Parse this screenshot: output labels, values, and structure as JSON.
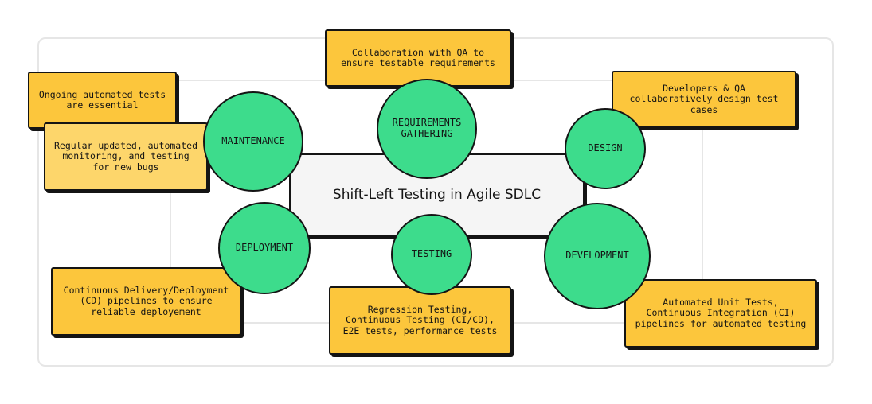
{
  "title": "Shift-Left Testing in Agile SDLC",
  "phases": {
    "requirements": "REQUIREMENTS GATHERING",
    "design": "DESIGN",
    "development": "DEVELOPMENT",
    "testing": "TESTING",
    "deployment": "DEPLOYMENT",
    "maintenance": "MAINTENANCE"
  },
  "notes": {
    "requirements": "Collaboration with QA to ensure testable requirements",
    "design": "Developers & QA collaboratively design test cases",
    "development": "Automated Unit Tests, Continuous Integration (CI) pipelines for automated testing",
    "testing": "Regression Testing, Continuous Testing (CI/CD), E2E tests, performance tests",
    "deployment": "Continuous Delivery/Deployment (CD) pipelines to ensure reliable deployement",
    "maintenance_1": "Ongoing automated tests are essential",
    "maintenance_2": "Regular updated, automated monitoring, and testing for new bugs"
  },
  "colors": {
    "note": "#fcc63c",
    "note_light": "#fdd66b",
    "phase": "#3ddc8c",
    "center": "#f5f5f5",
    "outline": "#141414",
    "frame": "#e6e6e6"
  }
}
